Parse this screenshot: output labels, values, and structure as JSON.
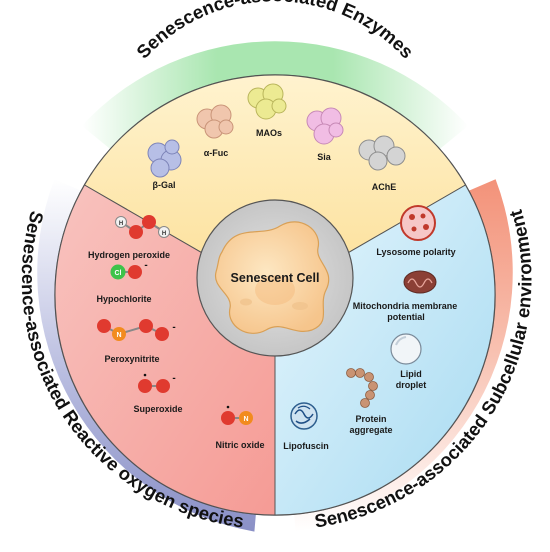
{
  "center": {
    "label": "Senescent Cell"
  },
  "rings": {
    "top": "Senescence-associated Enzymes",
    "left": "Senescence-associated Reactive oxygen species",
    "right": "Senescence-associated Subcellular environment"
  },
  "enzymes": {
    "b_gal": "β-Gal",
    "a_fuc": "α-Fuc",
    "maos": "MAOs",
    "sia": "Sia",
    "ache": "AChE"
  },
  "ros": {
    "h2o2": "Hydrogen peroxide",
    "hocl": "Hypochlorite",
    "onoo": "Peroxynitrite",
    "superoxide": "Superoxide",
    "no": "Nitric oxide",
    "atom_h": "H",
    "atom_cl": "Cl",
    "atom_n": "N",
    "charge_minus": "-"
  },
  "subcellular": {
    "lysosome": "Lysosome polarity",
    "mito_line1": "Mitochondria membrane",
    "mito_line2": "potential",
    "lipid_line1": "Lipid",
    "lipid_line2": "droplet",
    "protein_line1": "Protein",
    "protein_line2": "aggregate",
    "lipofuscin": "Lipofuscin"
  },
  "colors": {
    "enzymes_sector": "#fde7a8",
    "ros_sector": "#f9b9b5",
    "subcellular_sector": "#bfe6f5",
    "enzymes_ring": "#a9e6b0",
    "ros_ring": "#9ea4d1",
    "subcellular_ring": "#f5a48f"
  }
}
